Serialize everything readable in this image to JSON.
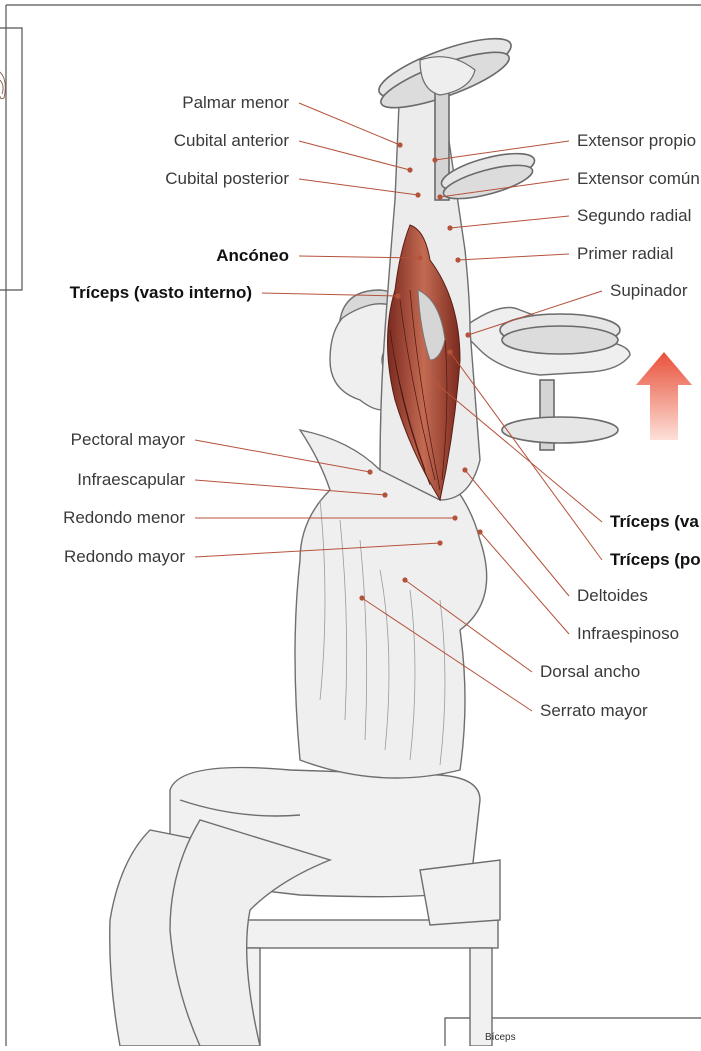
{
  "labels_left": [
    {
      "id": "palmar-menor",
      "text": "Palmar menor",
      "bold": false
    },
    {
      "id": "cubital-anterior",
      "text": "Cubital anterior",
      "bold": false
    },
    {
      "id": "cubital-posterior",
      "text": "Cubital posterior",
      "bold": false
    },
    {
      "id": "anconeo",
      "text": "Ancóneo",
      "bold": true
    },
    {
      "id": "triceps-vasto-interno",
      "text": "Tríceps (vasto interno)",
      "bold": true
    },
    {
      "id": "pectoral-mayor",
      "text": "Pectoral mayor",
      "bold": false
    },
    {
      "id": "infraescapular",
      "text": "Infraescapular",
      "bold": false
    },
    {
      "id": "redondo-menor",
      "text": "Redondo menor",
      "bold": false
    },
    {
      "id": "redondo-mayor",
      "text": "Redondo mayor",
      "bold": false
    }
  ],
  "labels_right": [
    {
      "id": "extensor-propio",
      "text": "Extensor propio",
      "bold": false
    },
    {
      "id": "extensor-comun",
      "text": "Extensor común",
      "bold": false
    },
    {
      "id": "segundo-radial",
      "text": "Segundo radial",
      "bold": false
    },
    {
      "id": "primer-radial",
      "text": "Primer radial",
      "bold": false
    },
    {
      "id": "supinador",
      "text": "Supinador",
      "bold": false
    },
    {
      "id": "triceps-va",
      "text": "Tríceps (va",
      "bold": true
    },
    {
      "id": "triceps-po",
      "text": "Tríceps (po",
      "bold": true
    },
    {
      "id": "deltoides",
      "text": "Deltoides",
      "bold": false
    },
    {
      "id": "infraespinoso",
      "text": "Infraespinoso",
      "bold": false
    },
    {
      "id": "dorsal-ancho",
      "text": "Dorsal ancho",
      "bold": false
    },
    {
      "id": "serrato-mayor",
      "text": "Serrato mayor",
      "bold": false
    }
  ],
  "inset_label": "Bíceps",
  "colors": {
    "leader": "#b5523a",
    "muscle": "#8e3a2c",
    "muscle_light": "#c97a63",
    "sketch": "#7a7a7a",
    "arrow_top": "#e8503a",
    "arrow_bottom": "#fbd6cc"
  }
}
